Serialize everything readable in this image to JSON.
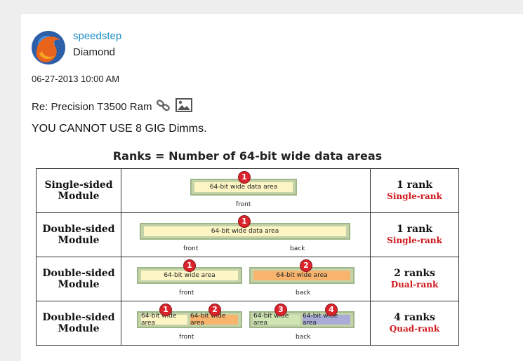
{
  "post": {
    "username": "speedstep",
    "rank": "Diamond",
    "datetime": "06-27-2013 10:00 AM",
    "subject": "Re: Precision T3500 Ram",
    "body": "YOU CANNOT USE 8 GIG Dimms."
  },
  "icons": {
    "avatar": "firefox-logo-avatar",
    "link": "link-icon",
    "image": "image-icon"
  },
  "figure": {
    "title": "Ranks = Number of 64-bit wide data areas",
    "rows": [
      {
        "module_line1": "Single-sided",
        "module_line2": "Module",
        "area1": "64-bit wide data area",
        "badge1": "1",
        "caption1": "front",
        "rank": "1 rank",
        "rank_type": "Single-rank"
      },
      {
        "module_line1": "Double-sided",
        "module_line2": "Module",
        "area1": "64-bit wide data area",
        "badge1": "1",
        "caption1": "front",
        "caption2": "back",
        "rank": "1 rank",
        "rank_type": "Single-rank"
      },
      {
        "module_line1": "Double-sided",
        "module_line2": "Module",
        "area1": "64-bit wide area",
        "area2": "64-bit wide area",
        "badge1": "1",
        "badge2": "2",
        "caption1": "front",
        "caption2": "back",
        "rank": "2 ranks",
        "rank_type": "Dual-rank"
      },
      {
        "module_line1": "Double-sided",
        "module_line2": "Module",
        "area1": "64-bit wide area",
        "area2": "64-bit wide area",
        "area3": "64-bit wide area",
        "area4": "64-bit wide area",
        "badge1": "1",
        "badge2": "2",
        "badge3": "3",
        "badge4": "4",
        "caption1": "front",
        "caption2": "back",
        "rank": "4 ranks",
        "rank_type": "Quad-rank"
      }
    ],
    "colors": {
      "accent_red": "#d0181c",
      "yellow_area": "#fdf6c4",
      "orange_area": "#f8b46c",
      "green_area": "#cfe5b4",
      "blue_area": "#a9acd6"
    }
  }
}
